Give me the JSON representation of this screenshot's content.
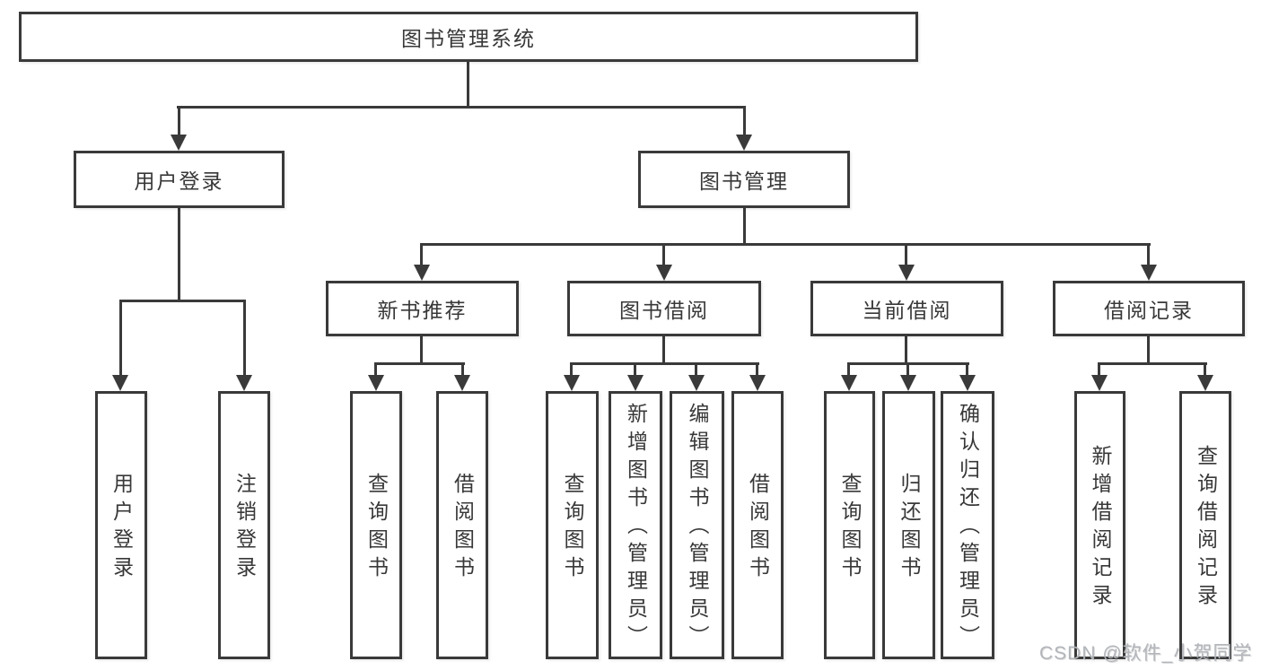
{
  "title": "图书管理系统",
  "tree": {
    "label": "图书管理系统",
    "children": [
      {
        "label": "用户登录",
        "children": [
          {
            "label": "用户登录"
          },
          {
            "label": "注销登录"
          }
        ]
      },
      {
        "label": "图书管理",
        "children": [
          {
            "label": "新书推荐",
            "children": [
              {
                "label": "查询图书"
              },
              {
                "label": "借阅图书"
              }
            ]
          },
          {
            "label": "图书借阅",
            "children": [
              {
                "label": "查询图书"
              },
              {
                "label": "新增图书（管理员）"
              },
              {
                "label": "编辑图书（管理员）"
              },
              {
                "label": "借阅图书"
              }
            ]
          },
          {
            "label": "当前借阅",
            "children": [
              {
                "label": "查询图书"
              },
              {
                "label": "归还图书"
              },
              {
                "label": "确认归还（管理员）"
              }
            ]
          },
          {
            "label": "借阅记录",
            "children": [
              {
                "label": "新增借阅记录"
              },
              {
                "label": "查询借阅记录"
              }
            ]
          }
        ]
      }
    ]
  },
  "watermark": "CSDN @软件_小贺同学",
  "colors": {
    "line": "#3a3a3a",
    "text": "#383838",
    "watermark": "#b2b5ba",
    "background": "#ffffff"
  }
}
